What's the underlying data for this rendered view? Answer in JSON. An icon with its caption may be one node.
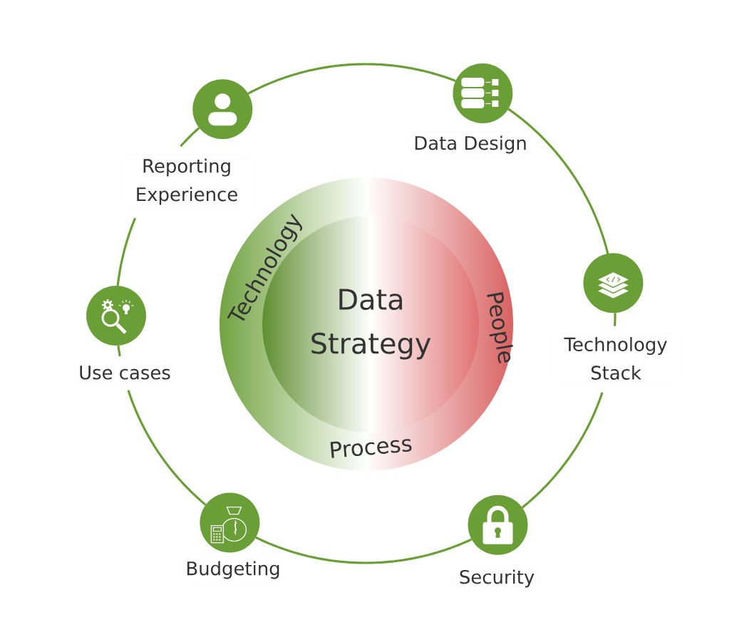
{
  "diagram": {
    "nodes": [
      {
        "text": [
          "Technology",
          "People",
          "Process"
        ]
      },
      {
        "text": [
          "Data Strategy"
        ],
        "in": 0
      },
      {
        "text": [
          "Reporting Experience"
        ]
      },
      {
        "text": [
          "Data Design"
        ]
      },
      {
        "text": [
          "Technology Stack"
        ]
      },
      {
        "text": [
          "Security"
        ]
      },
      {
        "text": [
          "Budgeting"
        ]
      },
      {
        "text": [
          "Use cases"
        ]
      }
    ],
    "edges": [
      {
        "from": 2,
        "to": 3,
        "arrow": "none"
      },
      {
        "from": 3,
        "to": 4,
        "arrow": "none"
      },
      {
        "from": 4,
        "to": 5,
        "arrow": "none"
      },
      {
        "from": 5,
        "to": 6,
        "arrow": "none"
      },
      {
        "from": 6,
        "to": 7,
        "arrow": "none"
      },
      {
        "from": 7,
        "to": 2,
        "arrow": "none"
      }
    ]
  }
}
